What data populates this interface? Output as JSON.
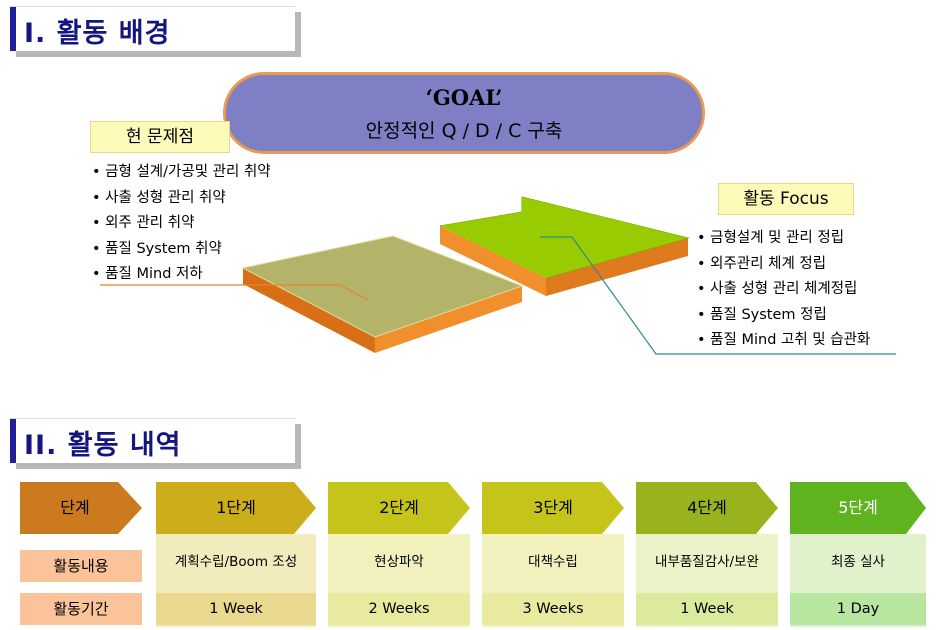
{
  "section1": {
    "title": "I. 활동 배경"
  },
  "goal": {
    "line1": "‘GOAL’",
    "line2": "안정적인 Q / D / C 구축"
  },
  "problems": {
    "label": "현 문제점",
    "items": [
      "금형 설계/가공및 관리 취약",
      "사출 성형 관리 취약",
      "외주 관리 취약",
      "품질 System 취약",
      "품질 Mind 저하"
    ]
  },
  "focus": {
    "label": "활동 Focus",
    "items": [
      "금형설계 및 관리 정립",
      "외주관리 체계 정립",
      "사출 성형 관리 체계정립",
      "품질 System 정립",
      "품질 Mind 고취 및 습관화"
    ]
  },
  "section2": {
    "title": "II. 활동 내역"
  },
  "stages": {
    "header": {
      "stage": "단계",
      "content": "활동내용",
      "period": "활동기간"
    },
    "items": [
      {
        "stage": "1단계",
        "content": "계획수립/Boom 조성",
        "period": "1 Week"
      },
      {
        "stage": "2단계",
        "content": "현상파악",
        "period": "2 Weeks"
      },
      {
        "stage": "3단계",
        "content": "대책수립",
        "period": "3 Weeks"
      },
      {
        "stage": "4단계",
        "content": "내부품질감사/보완",
        "period": "1 Week"
      },
      {
        "stage": "5단계",
        "content": "최종 실사",
        "period": "1 Day"
      }
    ]
  },
  "colors": {
    "title_text": "#151580",
    "goal_fill": "#7e7fc4",
    "goal_border": "#e89a52",
    "label_fill": "#fdf9b9",
    "step_fill": "#b7b86a",
    "arrow_fill": "#99cc00",
    "box_side": "#e8862a",
    "stage0": "#cc7a1f",
    "stage1": "#ccad1a",
    "stage2": "#c4c41a",
    "stage3": "#c4c41a",
    "stage4": "#99b31f",
    "stage5": "#5fb31f"
  }
}
